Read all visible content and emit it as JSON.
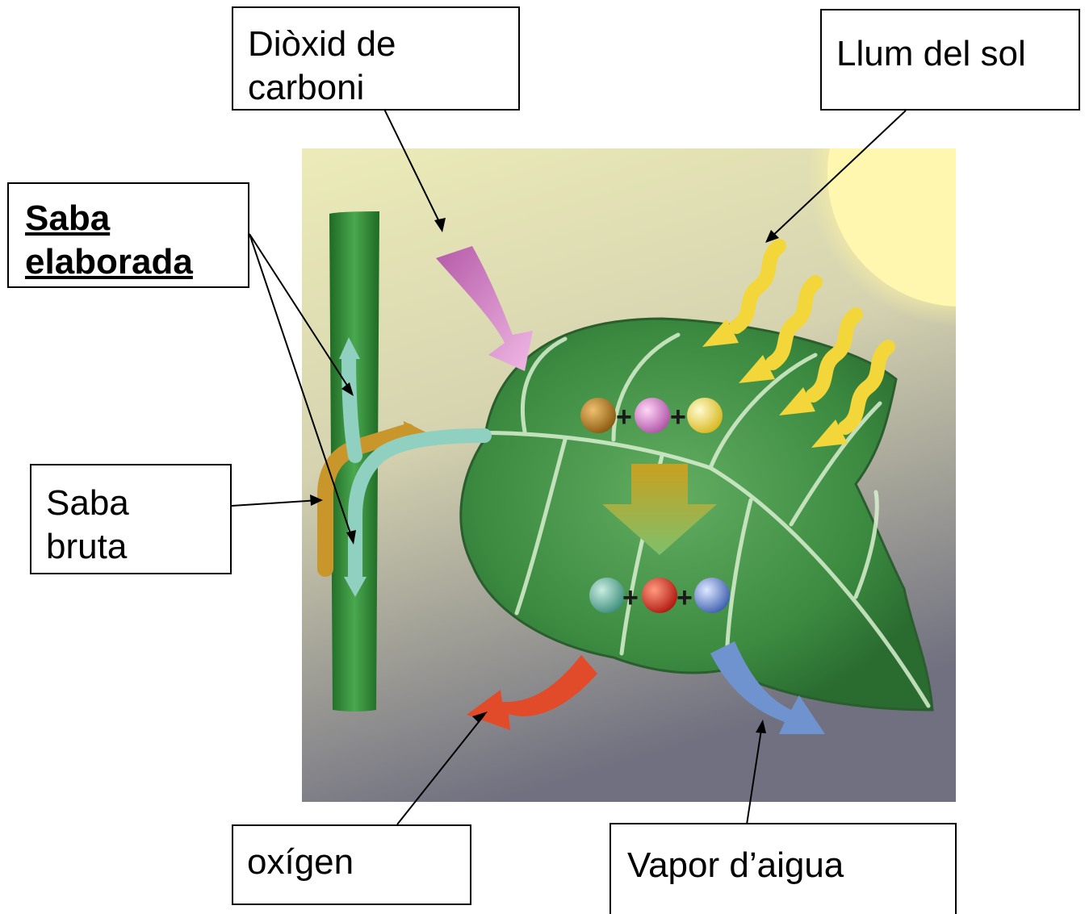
{
  "labels": {
    "co2_line1": "Diòxid de",
    "co2_line2": "carboni",
    "sunlight": "Llum del sol",
    "elaborated_sap_line1": "Saba",
    "elaborated_sap_line2": "elaborada",
    "raw_sap_line1": "Saba",
    "raw_sap_line2": "bruta",
    "oxygen": "oxígen",
    "water_vapor": "Vapor d’aigua"
  },
  "equation_symbols": {
    "plus": "+"
  },
  "colors": {
    "co2_arrow": "#c77bbd",
    "light_rays": "#f2d63a",
    "oxygen_arrow": "#e24b2a",
    "water_arrow": "#6f93cf",
    "raw_sap": "#c9962c",
    "elaborated_sap": "#8fd0c0",
    "stem": "#2f8a35",
    "leaf": "#3c8a42",
    "sun": "#fff6a8"
  }
}
